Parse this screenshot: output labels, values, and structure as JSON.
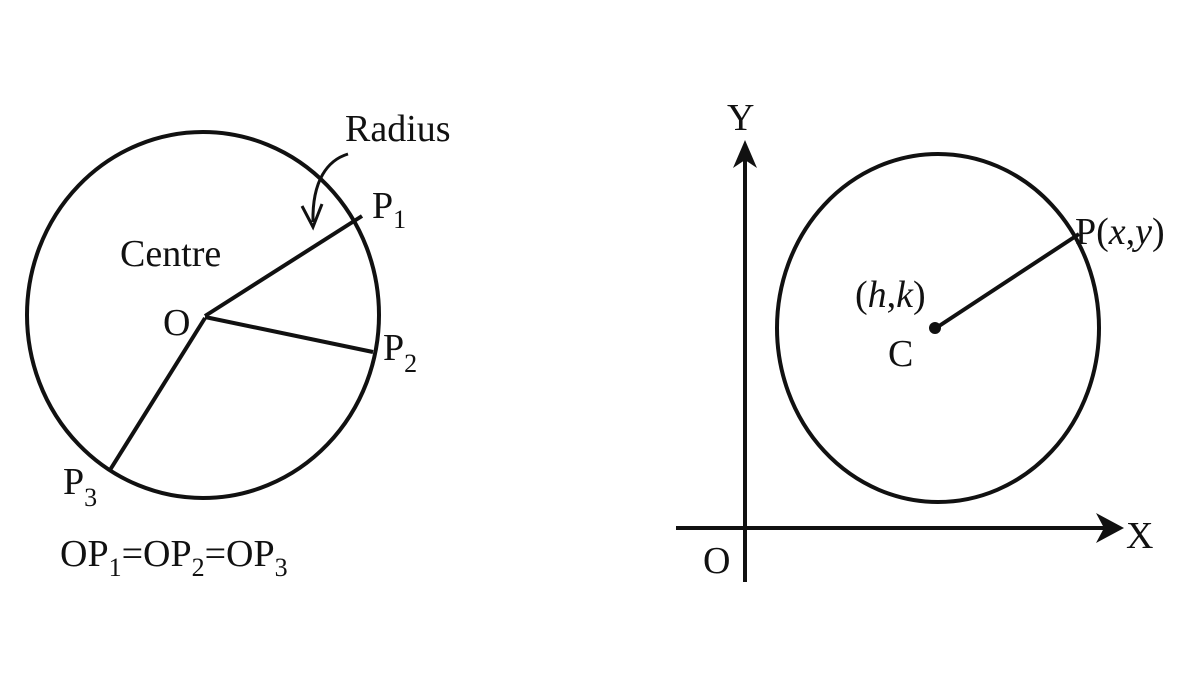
{
  "colors": {
    "ink": "#111111",
    "background": "#ffffff"
  },
  "left_figure": {
    "radius_label": "Radius",
    "centre_label": "Centre",
    "centre_point": "O",
    "points": [
      {
        "name": "P",
        "sub": "1"
      },
      {
        "name": "P",
        "sub": "2"
      },
      {
        "name": "P",
        "sub": "3"
      }
    ],
    "equation": {
      "parts": [
        {
          "text": "OP",
          "sub": "1"
        },
        {
          "text": "="
        },
        {
          "text": "OP",
          "sub": "2"
        },
        {
          "text": "="
        },
        {
          "text": "OP",
          "sub": "3"
        }
      ]
    }
  },
  "right_figure": {
    "y_axis_label": "Y",
    "x_axis_label": "X",
    "origin_label": "O",
    "centre_coords": {
      "open": "(",
      "h": "h",
      "comma": ",",
      "k": "k",
      "close": ")"
    },
    "centre_label": "C",
    "point": {
      "name": "P",
      "open": "(",
      "x": "x",
      "comma": ",",
      "y": "y",
      "close": ")"
    }
  }
}
